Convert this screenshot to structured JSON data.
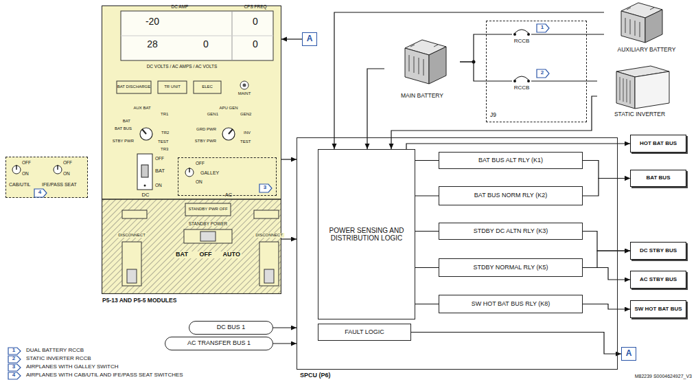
{
  "diagram": {
    "nodes": [
      {
        "text": [
          "P5-13 AND P5-5 MODULES"
        ]
      },
      {
        "text": [
          "GALLEY"
        ],
        "in": 0
      },
      {
        "text": [
          "A"
        ]
      },
      {
        "text": [
          "CAB/UTIL",
          "IFE/PASS SEAT"
        ]
      },
      {
        "text": [
          "J9"
        ]
      },
      {
        "text": [
          "MAIN BATTERY"
        ]
      },
      {
        "text": [
          "AUXILIARY BATTERY"
        ]
      },
      {
        "text": [
          "STATIC INVERTER"
        ]
      },
      {
        "text": [
          "SPCU (P6)"
        ]
      },
      {
        "text": [
          "POWER SENSING AND DISTRIBUTION LOGIC"
        ],
        "in": 8
      },
      {
        "text": [
          "BAT BUS ALT RLY (K1)"
        ],
        "in": 8
      },
      {
        "text": [
          "BAT BUS NORM RLY (K2)"
        ],
        "in": 8
      },
      {
        "text": [
          "STDBY DC ALTN RLY (K3)"
        ],
        "in": 8
      },
      {
        "text": [
          "STDBY NORMAL RLY (K5)"
        ],
        "in": 8
      },
      {
        "text": [
          "SW HOT BAT BUS RLY (K8)"
        ],
        "in": 8
      },
      {
        "text": [
          "FAULT LOGIC"
        ],
        "in": 8
      },
      {
        "text": [
          "HOT BAT BUS"
        ]
      },
      {
        "text": [
          "BAT BUS"
        ]
      },
      {
        "text": [
          "DC STBY BUS"
        ]
      },
      {
        "text": [
          "AC STBY BUS"
        ]
      },
      {
        "text": [
          "SW HOT BAT BUS"
        ]
      },
      {
        "text": [
          "DC BUS 1"
        ]
      },
      {
        "text": [
          "AC TRANSFER BUS 1"
        ]
      },
      {
        "text": [
          "A"
        ]
      }
    ],
    "edges": [
      {
        "from": 2,
        "to": 0,
        "arrow": "to"
      },
      {
        "from": 0,
        "to": 8,
        "arrow": "to"
      },
      {
        "from": 0,
        "to": 8,
        "arrow": "to"
      },
      {
        "from": 21,
        "to": 8,
        "arrow": "to"
      },
      {
        "from": 22,
        "to": 8,
        "arrow": "to"
      },
      {
        "from": 5,
        "to": 9,
        "arrow": "to"
      },
      {
        "from": 6,
        "to": 9,
        "arrow": "to"
      },
      {
        "from": 7,
        "to": 9,
        "arrow": "to"
      },
      {
        "from": 5,
        "to": 6,
        "arrow": "none"
      },
      {
        "from": 5,
        "to": 7,
        "arrow": "none"
      },
      {
        "from": 9,
        "to": 16,
        "arrow": "to"
      },
      {
        "from": 9,
        "to": 10,
        "arrow": "none"
      },
      {
        "from": 9,
        "to": 11,
        "arrow": "none"
      },
      {
        "from": 9,
        "to": 12,
        "arrow": "none"
      },
      {
        "from": 9,
        "to": 13,
        "arrow": "none"
      },
      {
        "from": 9,
        "to": 14,
        "arrow": "none"
      },
      {
        "from": 10,
        "to": 17,
        "arrow": "to"
      },
      {
        "from": 11,
        "to": 17,
        "arrow": "to"
      },
      {
        "from": 12,
        "to": 18,
        "arrow": "to"
      },
      {
        "from": 13,
        "to": 18,
        "arrow": "to"
      },
      {
        "from": 13,
        "to": 19,
        "arrow": "to"
      },
      {
        "from": 14,
        "to": 20,
        "arrow": "to"
      },
      {
        "from": 15,
        "to": 23,
        "arrow": "to"
      }
    ],
    "labels": [
      "DC AMP",
      "CPS FREQ",
      "-20",
      "0",
      "28",
      "0",
      "0",
      "DC VOLTS / AC AMPS / AC VOLTS",
      "BAT DISCHARGE",
      "TR UNIT",
      "ELEC",
      "MAINT",
      "AUX BAT",
      "TR1",
      "BAT",
      "BAT BUS",
      "TR2",
      "STBY PWR",
      "TEST",
      "TR3",
      "GEN1",
      "APU GEN",
      "GEN2",
      "GRD PWR",
      "INV",
      "STBY PWR",
      "TEST",
      "OFF",
      "BAT",
      "ON",
      "DC",
      "AC",
      "OFF",
      "ON",
      "3",
      "STANDBY PWR OFF",
      "STANDBY POWER",
      "DISCONNECT",
      "DISCONNECT",
      "BAT OFF AUTO",
      "OFF",
      "ON",
      "OFF",
      "ON",
      "4",
      "RCCB",
      "1",
      "RCCB",
      "2",
      "1",
      "DUAL BATTERY RCCB",
      "2",
      "STATIC INVERTER RCCB",
      "3",
      "AIRPLANES WITH GALLEY SWITCH",
      "4",
      "AIRPLANES WITH CAB/UTIL AND IFE/PASS SEAT SWITCHES",
      "M82239 S0004624927_V3"
    ]
  }
}
